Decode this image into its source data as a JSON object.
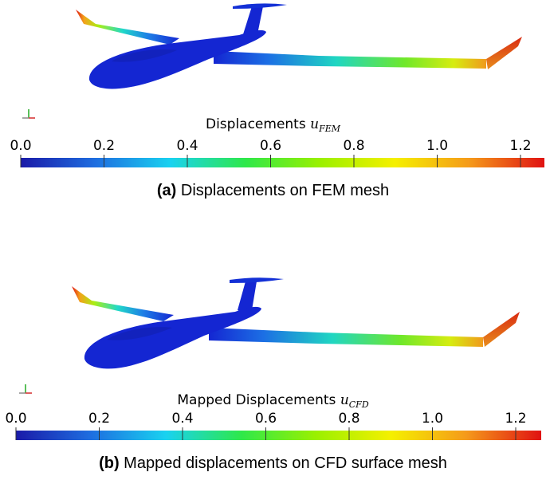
{
  "panels": [
    {
      "colorbar_label": "Displacements",
      "colorbar_symbol": "u",
      "colorbar_subscript": "FEM",
      "ticks": [
        "0.0",
        "0.2",
        "0.4",
        "0.6",
        "0.8",
        "1.0",
        "1.2"
      ],
      "caption_tag": "(a)",
      "caption_text": "Displacements on FEM mesh"
    },
    {
      "colorbar_label": "Mapped Displacements",
      "colorbar_symbol": "u",
      "colorbar_subscript": "CFD",
      "ticks": [
        "0.0",
        "0.2",
        "0.4",
        "0.6",
        "0.8",
        "1.0",
        "1.2"
      ],
      "caption_tag": "(b)",
      "caption_text": "Mapped displacements on CFD surface mesh"
    }
  ],
  "colormap": [
    "#1a1aa8",
    "#1e6ee0",
    "#19d2f0",
    "#2ee84a",
    "#9af000",
    "#f5f000",
    "#f59a1a",
    "#e01212"
  ],
  "body_color": "#1426d2"
}
